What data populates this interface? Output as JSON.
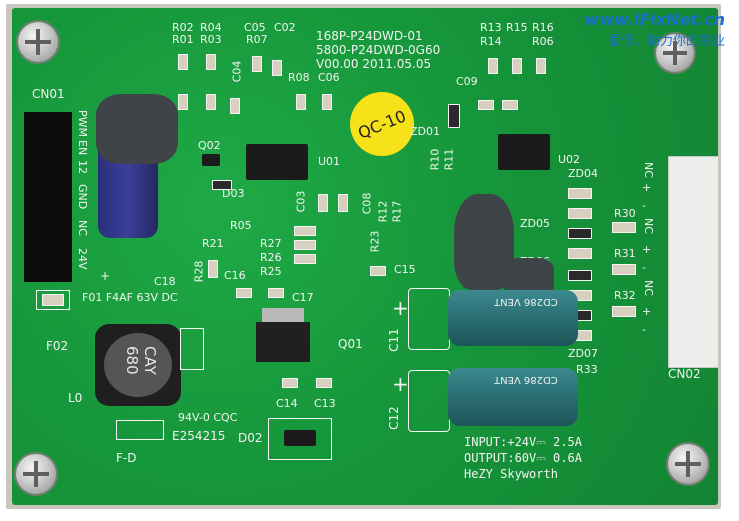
{
  "watermark": {
    "line1": "www.iFixNet.cn",
    "line2": "爱修，助力你的事业"
  },
  "board_text": {
    "model": "168P-P24DWD-01",
    "model2": "5800-P24DWD-0G60",
    "version": "V00.00 2011.05.05",
    "qc": "QC-10",
    "input": "INPUT:+24V⎓ 2.5A",
    "output": "OUTPUT:60V⎓ 0.6A",
    "maker": "HeZY  Skyworth",
    "ul": "94V-0 CQC",
    "ul_code": "E254215",
    "fuse": "F01  F4AF 63V DC"
  },
  "labels": {
    "cn01": "CN01",
    "cn02": "CN02",
    "r02": "R02",
    "r04": "R04",
    "r01": "R01",
    "r03": "R03",
    "c05": "C05",
    "c02": "C02",
    "r07": "R07",
    "c04": "C04",
    "r08": "R08",
    "c06": "C06",
    "q02": "Q02",
    "u01": "U01",
    "d03": "D03",
    "r05": "R05",
    "c03": "C03",
    "r21": "R21",
    "r27": "R27",
    "r26": "R26",
    "r25": "R25",
    "r28": "R28",
    "c18": "C18",
    "c16": "C16",
    "c17": "C17",
    "c08": "C08",
    "r12": "R12",
    "r17": "R17",
    "r23": "R23",
    "c15": "C15",
    "r13": "R13",
    "r15": "R15",
    "r16": "R16",
    "r14": "R14",
    "r06": "R06",
    "c09": "C09",
    "zd01": "ZD01",
    "r10": "R10",
    "r11": "R11",
    "u02": "U02",
    "zd04": "ZD04",
    "zd05": "ZD05",
    "zd06": "ZD06",
    "zd07": "ZD07",
    "r30": "R30",
    "r31": "R31",
    "r32": "R32",
    "r33": "R33",
    "c11": "C11",
    "c12": "C12",
    "c13": "C13",
    "c14": "C14",
    "q01": "Q01",
    "d02": "D02",
    "f02": "F02",
    "l0": "L0",
    "fd": "F-D",
    "plus": "+"
  },
  "pins_left": [
    "PWM",
    "EN",
    "12",
    "GND",
    "NC",
    "24V"
  ],
  "pins_right": [
    "NC",
    "+",
    "-",
    "NC",
    "+",
    "-",
    "NC",
    "+",
    "-"
  ],
  "caps": {
    "c11": "CD286  VENT",
    "c12": "CD286  VENT"
  },
  "inductor": "CAY 680"
}
